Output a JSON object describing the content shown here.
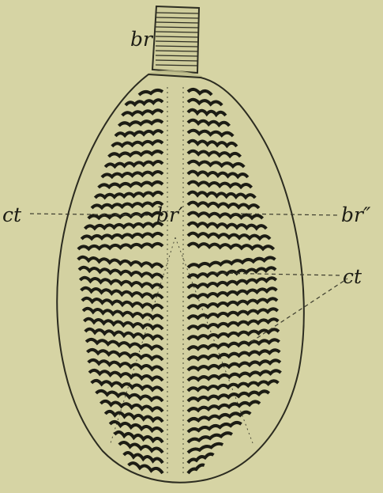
{
  "labels": {
    "br": "br",
    "br_prime": "br′",
    "br_double_prime": "br″",
    "ct_left": "ct",
    "ct_right": "ct"
  },
  "colors": {
    "background": "#d6d4a4",
    "ink": "#1c1c14",
    "line": "#3a3a2c"
  }
}
